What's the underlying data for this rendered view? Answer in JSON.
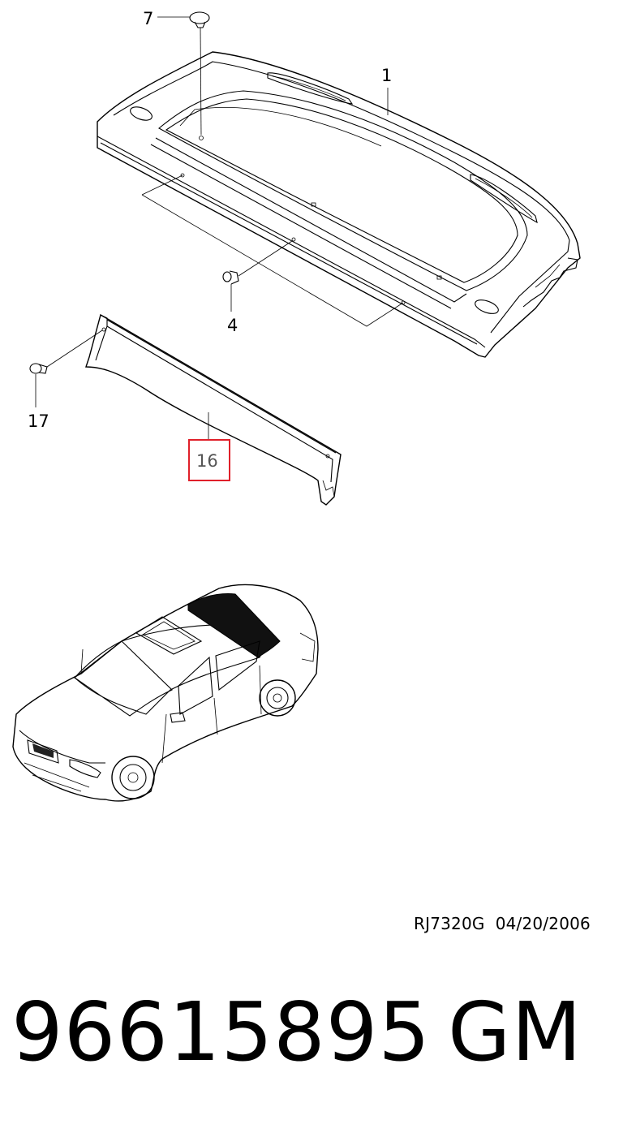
{
  "callouts": [
    {
      "id": "1",
      "label": "1"
    },
    {
      "id": "4",
      "label": "4"
    },
    {
      "id": "7",
      "label": "7"
    },
    {
      "id": "16",
      "label": "16",
      "highlighted": true
    },
    {
      "id": "17",
      "label": "17"
    }
  ],
  "highlight_color": "#e0202a",
  "drawing_code": "RJ7320G  04/20/2006",
  "part_number": "96615895",
  "brand": "GM"
}
